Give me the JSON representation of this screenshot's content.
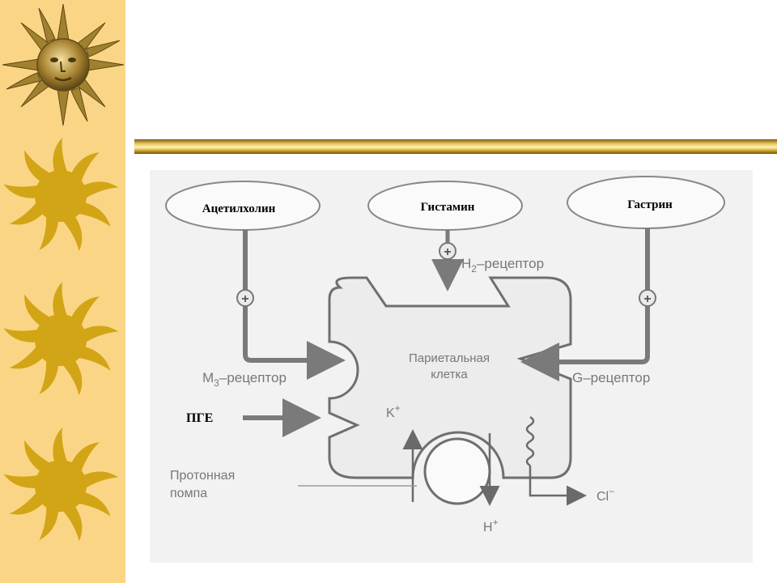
{
  "colors": {
    "sidebar": "#fbd586",
    "sun": "#d2a516",
    "divider_gold": "#c89a1e",
    "diagram_background": "#f2f2f2",
    "diagram_stroke": "#7a7a7a"
  },
  "diagram": {
    "inputs": {
      "acetylcholine": "Ацетилхолин",
      "histamine": "Гистамин",
      "gastrin": "Гастрин"
    },
    "receptors": {
      "h2_base": "H",
      "h2_sub": "2",
      "h2_suffix": "–рецептор",
      "m3_base": "M",
      "m3_sub": "3",
      "m3_suffix": "–рецептор",
      "g": "G–рецептор"
    },
    "cell": {
      "line1": "Париетальная",
      "line2": "клетка"
    },
    "pge": "ПГЕ",
    "plus_sign": "+",
    "ions": {
      "k_base": "K",
      "k_sup": "+",
      "h_base": "H",
      "h_sup": "+",
      "cl_base": "Cl",
      "cl_sup": "−"
    },
    "pump": {
      "line1": "Протонная",
      "line2": "помпа"
    }
  }
}
